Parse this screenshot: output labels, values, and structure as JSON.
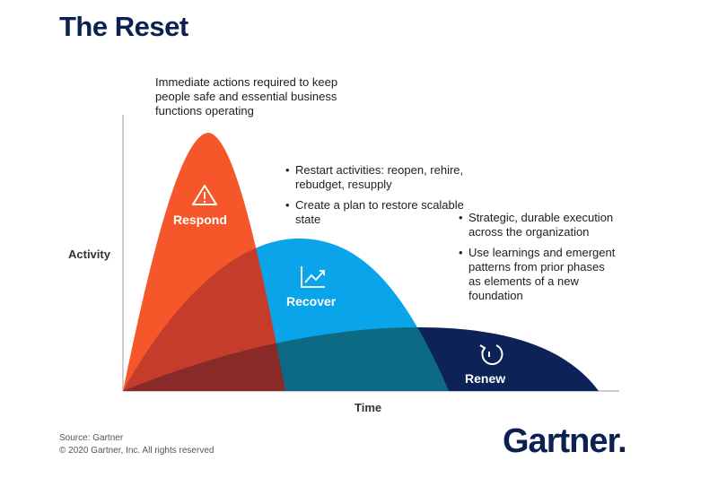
{
  "title": "The Reset",
  "axes": {
    "y_label": "Activity",
    "x_label": "Time"
  },
  "phases": {
    "respond": {
      "label": "Respond",
      "icon": "warning-triangle-icon",
      "color": "#f5562a",
      "note": "Immediate actions required to keep people safe and essential business functions operating"
    },
    "recover": {
      "label": "Recover",
      "icon": "trending-up-chart-icon",
      "color": "#0aa4ea",
      "bullets": [
        "Restart activities: reopen, rehire, rebudget, resupply",
        "Create a plan to restore scalable state"
      ]
    },
    "renew": {
      "label": "Renew",
      "icon": "refresh-cycle-icon",
      "color": "#0d2257",
      "bullets": [
        "Strategic, durable execution across the organization",
        "Use learnings and emergent patterns from prior phases as elements of a new foundation"
      ]
    }
  },
  "source": {
    "line1": "Source: Gartner",
    "line2": "© 2020 Gartner, Inc. All rights reserved"
  },
  "logo": {
    "text": "Gartner",
    "dot": "."
  }
}
